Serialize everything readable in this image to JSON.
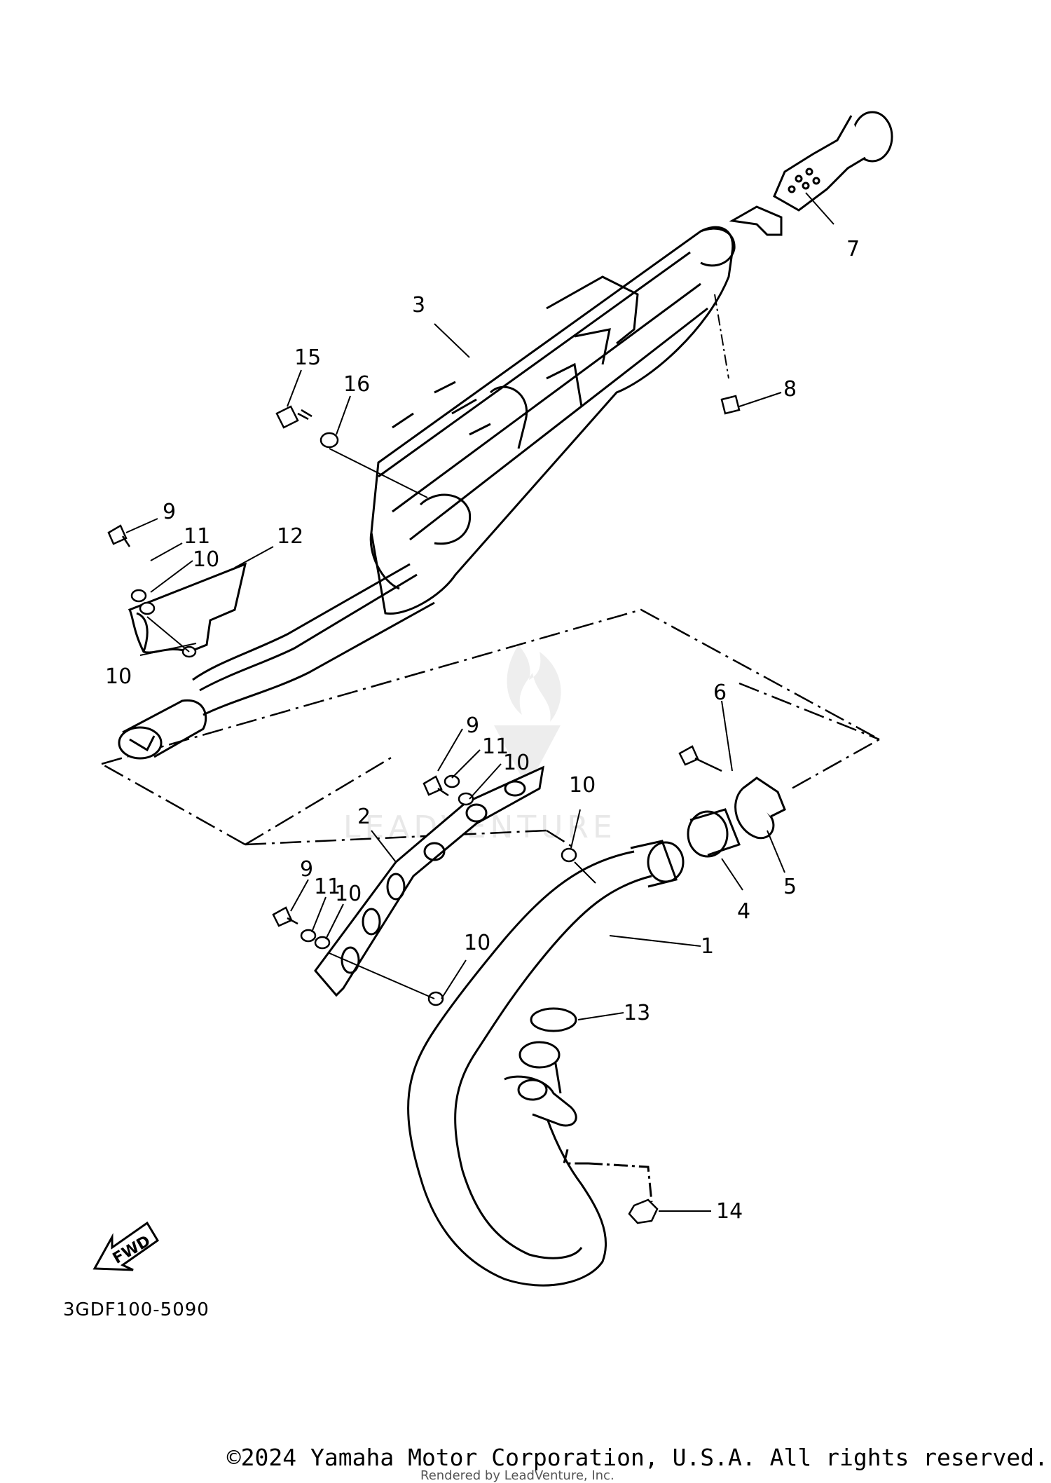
{
  "diagram": {
    "part_code": "3GDF100-5090",
    "fwd_label": "FWD",
    "watermark": "LEADVENTURE",
    "callouts": [
      "1",
      "2",
      "3",
      "4",
      "5",
      "6",
      "7",
      "8",
      "9",
      "9",
      "9",
      "10",
      "10",
      "10",
      "10",
      "10",
      "10",
      "11",
      "11",
      "11",
      "12",
      "13",
      "14",
      "15",
      "16"
    ]
  },
  "footer": {
    "copyright": "©2024 Yamaha Motor Corporation, U.S.A. All rights reserved.",
    "rendered_by": "Rendered by LeadVenture, Inc."
  }
}
